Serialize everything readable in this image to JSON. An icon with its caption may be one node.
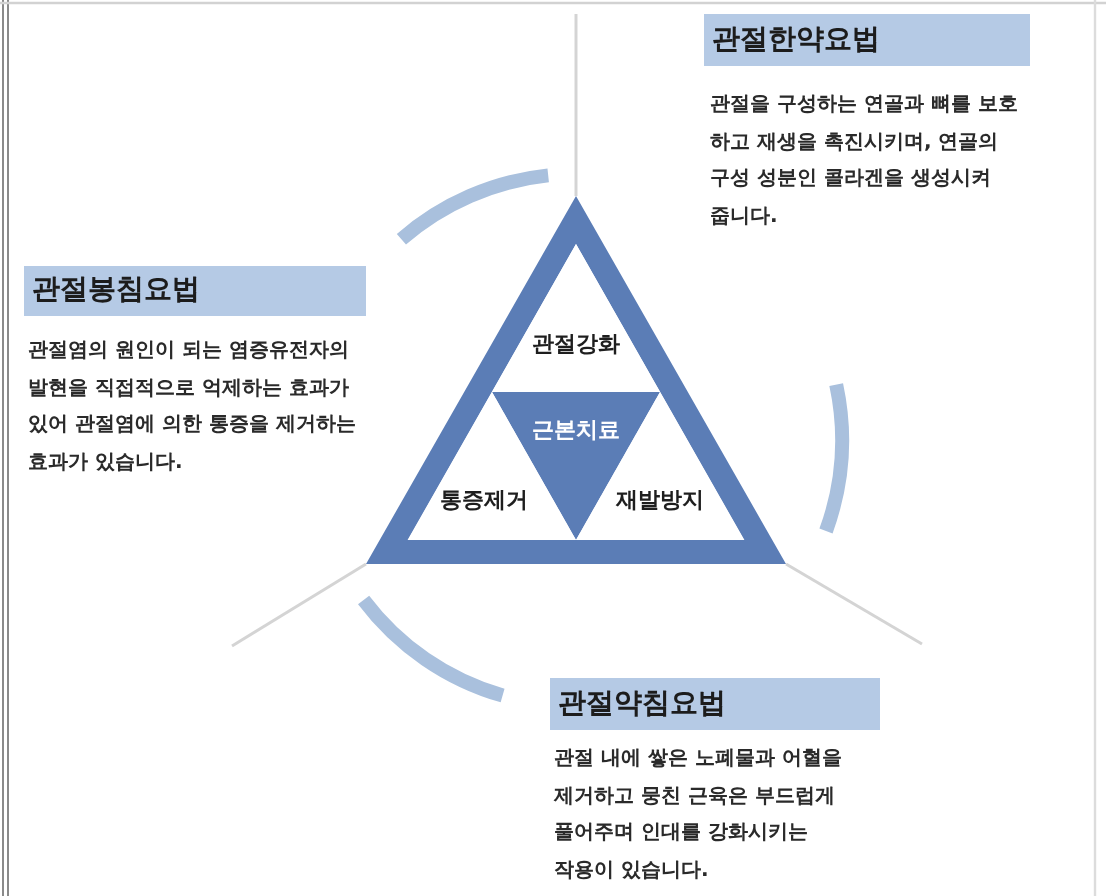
{
  "diagram": {
    "nodes": [
      {
        "text": [
          "관절한약요법",
          "관절을 구성하는 연골과 뼈를 보호 하고 재생을 촉진시키며, 연골의 구성 성분인 콜라겐을 생성시켜 줍니다."
        ]
      },
      {
        "text": [
          "관절봉침요법",
          "관절염의 원인이 되는 염증유전자의 발현을 직접적으로 억제하는 효과가 있어 관절염에 의한 통증을 제거하는 효과가 있습니다."
        ]
      },
      {
        "text": [],
        "shape": "triangle"
      },
      {
        "text": [
          "관절강화"
        ],
        "in": 2
      },
      {
        "text": [
          "근본치료"
        ],
        "in": 2
      },
      {
        "text": [
          "통증제거"
        ],
        "in": 2
      },
      {
        "text": [
          "재발방지"
        ],
        "in": 2
      },
      {
        "text": [
          "관절약침요법",
          "관절 내에 쌓은 노폐물과 어혈을 제거하고 뭉친 근육은 부드럽게 풀어주며 인대를 강화시키는 작용이 있습니다."
        ]
      }
    ]
  }
}
